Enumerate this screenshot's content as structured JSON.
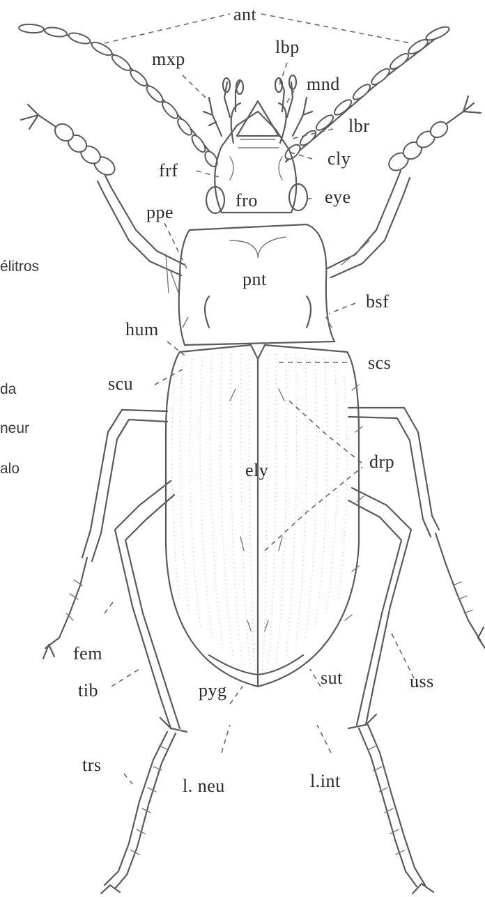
{
  "figure": {
    "side_text": [
      "élitros",
      "da",
      "neur",
      "alo"
    ],
    "labels": {
      "ant": "ant",
      "mxp": "mxp",
      "lbp": "lbp",
      "mnd": "mnd",
      "lbr": "lbr",
      "cly": "cly",
      "frf": "frf",
      "fro": "fro",
      "eye": "eye",
      "ppe": "ppe",
      "pnt": "pnt",
      "bsf": "bsf",
      "hum": "hum",
      "scs": "scs",
      "scu": "scu",
      "ely": "ely",
      "drp": "drp",
      "fem": "fem",
      "tib": "tib",
      "pyg": "pyg",
      "sut": "sut",
      "uss": "uss",
      "trs": "trs",
      "l_neu": "l. neu",
      "l_int": "l.int"
    }
  },
  "colors": {
    "ink": "#5a5a5a",
    "text": "#2a2a2a",
    "background": "#ffffff"
  }
}
